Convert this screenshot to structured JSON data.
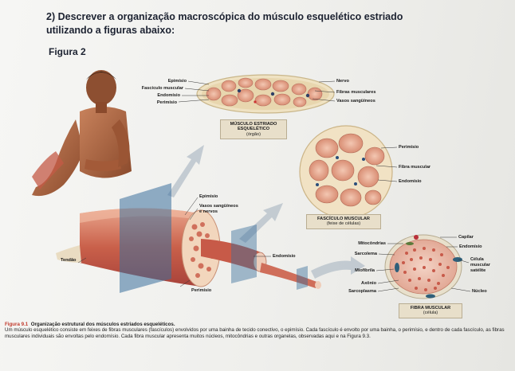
{
  "question": "2) Descrever a organização macroscópica do músculo esquelético estriado utilizando a figuras abaixo:",
  "figure_label": "Figura 2",
  "labels": {
    "muscle_left": [
      "Epimísio",
      "Fascículo muscular",
      "Endomísio",
      "Perimísio"
    ],
    "muscle_right": [
      "Nervo",
      "Fibras musculares",
      "Vasos sangüíneos"
    ],
    "muscle_box": [
      "MÚSCULO ESTRIADO",
      "ESQUELÉTICO",
      "(órgão)"
    ],
    "fascicle_right": [
      "Perimísio",
      "Fibra muscular",
      "Endomísio"
    ],
    "fascicle_box": [
      "FASCÍCULO MUSCULAR",
      "(feixe de células)"
    ],
    "bundle": [
      "Epimísio",
      "Vasos sangüíneos",
      "e nervos",
      "Endomísio",
      "Tendão",
      "Perimísio"
    ],
    "fiber_left": [
      "Mitocôndrias",
      "Sarcolema",
      "Miofibrila",
      "Axônio",
      "Sarcoplasma"
    ],
    "fiber_right": [
      "Capilar",
      "Endomísio",
      "Célula",
      "muscular",
      "satélite",
      "Núcleo"
    ],
    "fiber_box": [
      "FIBRA MUSCULAR",
      "(célula)"
    ]
  },
  "caption": {
    "number": "Figura 9.1",
    "title": "Organização estrutural dos músculos estriados esqueléticos.",
    "body": "Um músculo esquelético consiste em feixes de fibras musculares (fascículos) envolvidos por uma bainha de tecido conectivo, o epimísio. Cada fascículo é envolto por uma bainha, o perimísio, e dentro de cada fascículo, as fibras musculares individuais são envoltas pelo endomísio. Cada fibra muscular apresenta muitos núcleos, mitocôndrias e outras organelas, observadas aqui e na Figura 9.3."
  }
}
